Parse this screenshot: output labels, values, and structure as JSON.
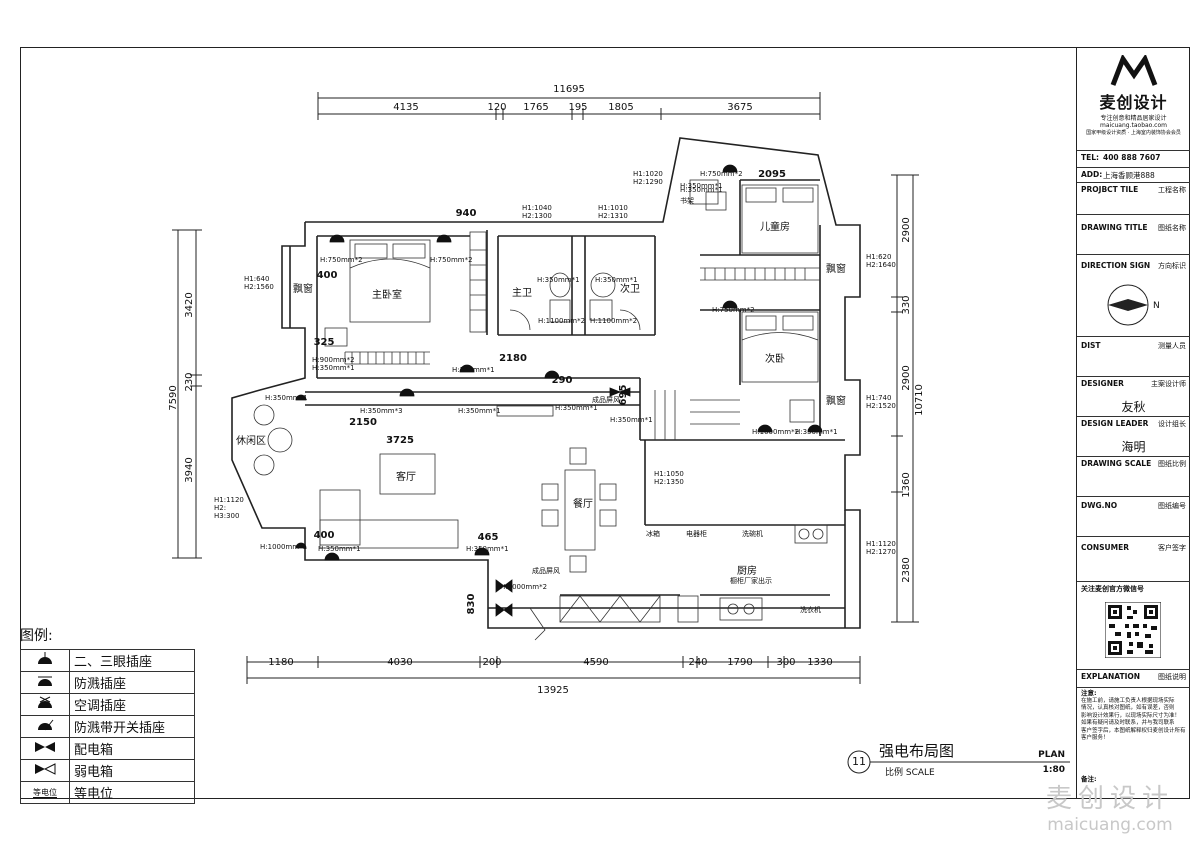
{
  "drawing": {
    "number": "11",
    "title": "强电布局图",
    "scale_label": "比例 SCALE",
    "plan_label": "PLAN",
    "scale_value": "1:80"
  },
  "dimensions": {
    "top_total": "11695",
    "top_segments": [
      "4135",
      "120",
      "1765",
      "195",
      "1805",
      "3675"
    ],
    "bottom_total": "13925",
    "bottom_segments": [
      "1180",
      "4030",
      "200",
      "4590",
      "240",
      "1790",
      "300",
      "1330"
    ],
    "left_total": "7590",
    "left_segments": [
      "3420",
      "230",
      "3940"
    ],
    "right_total": "10710",
    "right_segments": [
      "2900",
      "330",
      "2900",
      "1360",
      "2380"
    ],
    "inner": [
      "940",
      "400",
      "325",
      "2180",
      "290",
      "695",
      "2150",
      "3725",
      "400",
      "465",
      "830",
      "2095"
    ]
  },
  "rooms": {
    "master_bedroom": "主卧室",
    "master_bath": "主卫",
    "second_bath": "次卫",
    "kids_room": "儿童房",
    "second_bedroom": "次卧",
    "bay_window": "飘窗",
    "leisure": "休闲区",
    "living": "客厅",
    "dining": "餐厅",
    "kitchen": "厨房",
    "bookshelf": "书架",
    "screen": "成品屏风",
    "screen2": "成品屏风",
    "cabinet_note": "橱柜厂家出示",
    "fridge": "冰箱",
    "appliance": "电器柜",
    "dishwasher": "洗碗机",
    "washer": "洗衣机"
  },
  "heights": {
    "h_640": "H1:640",
    "h_1560": "H2:1560",
    "h_1040": "H1:1040",
    "h_1300": "H2:1300",
    "h_1010": "H1:1010",
    "h_1310": "H2:1310",
    "h_1020": "H1:1020",
    "h_1290": "H2:1290",
    "h_620": "H1:620",
    "h_1640": "H2:1640",
    "h_740": "H1:740",
    "h_1520": "H2:1520",
    "h_1050": "H1:1050",
    "h_1350": "H2:1350",
    "h_1120a": "H1:1120",
    "h2_blank": "H2:",
    "h3_300": "H3:300",
    "h_1120b": "H1:1120",
    "h_1270": "H2:1270"
  },
  "sockets": {
    "s750a": "H:750mm*2",
    "s750b": "H:750mm*2",
    "s900": "H:900mm*2",
    "s350a": "H:350mm*1",
    "s350b": "H:350mm*1",
    "s350c": "H:350mm*1",
    "s350x3": "H:350mm*3",
    "s350d": "H:350mm*1",
    "s350e": "H:350mm*1",
    "s350f": "H:350mm*1",
    "s350g": "H:350mm*1",
    "s1000a": "H:1000mm*1",
    "s350h": "H:350mm*1",
    "s350i": "H:350mm*1",
    "s1000b": "H:1000mm*2",
    "s1100a": "H:1100mm*2",
    "s1100b": "H:1100mm*2",
    "s350j": "H:350mm*1",
    "s350k": "H:350mm*1",
    "s750c": "H:750mm*2",
    "s350l": "H:350mm*1",
    "s750d": "H:750mm*2",
    "s1000c": "H:1000mm*2",
    "s350m": "H:350mm*1"
  },
  "legend": {
    "title": "图例:",
    "items": [
      {
        "icon": "socket-icon",
        "label": "二、三眼插座"
      },
      {
        "icon": "splashproof-socket-icon",
        "label": "防溅插座"
      },
      {
        "icon": "ac-socket-icon",
        "label": "空调插座"
      },
      {
        "icon": "switched-splashproof-socket-icon",
        "label": "防溅带开关插座"
      },
      {
        "icon": "distribution-box-icon",
        "label": "配电箱"
      },
      {
        "icon": "weak-box-icon",
        "label": "弱电箱"
      },
      {
        "icon": "equipotential-icon",
        "label": "等电位",
        "symbol": "等电位"
      }
    ]
  },
  "title_block": {
    "brand": "麦创设计",
    "brand_sub1": "专注创意和精品居家设计",
    "brand_sub2": "maicuang.taobao.com",
    "brand_sub3": "国家甲级设计资质 · 上海室内装饰协会会员",
    "tel_label": "TEL:",
    "tel": "400 888 7607",
    "add_label": "ADD:",
    "address": "上海香顾港888",
    "project_label": "PROJBCT TILE",
    "project_val": "工程名称",
    "drawing_title_label": "DRAWING TITLE",
    "drawing_title_val": "图纸名称",
    "direction_label": "DIRECTION SIGN",
    "direction_val": "方向标识",
    "north": "N",
    "dist_label": "DIST",
    "dist_val": "测量人员",
    "designer_label": "DESIGNER",
    "designer_val": "主案设计师",
    "designer_name": "友秋",
    "leader_label": "DESIGN LEADER",
    "leader_val": "设计组长",
    "leader_name": "海明",
    "scale_label": "DRAWING SCALE",
    "scale_val": "图纸比例",
    "dwg_label": "DWG.NO",
    "dwg_val": "图纸编号",
    "consumer_label": "CONSUMER",
    "consumer_val": "客户签字",
    "follow": "关注麦创官方微信号",
    "explanation_label": "EXPLANATION",
    "explanation_val": "图纸说明",
    "note_label": "注意:",
    "notes": [
      "在施工前，请施工负责人根据现场实际",
      "情况，认真核对图纸，如有误差，否则",
      "影响设计效果行，以现场实际尺寸为准！",
      "如果有疑问请及时联系，并与我司联系",
      "客户签字后，本图纸解释权归麦创设计所有",
      "客户服务！"
    ],
    "remarks_label": "备注:"
  },
  "watermark": {
    "cn": "麦创设计",
    "en": "maicuang.com"
  }
}
